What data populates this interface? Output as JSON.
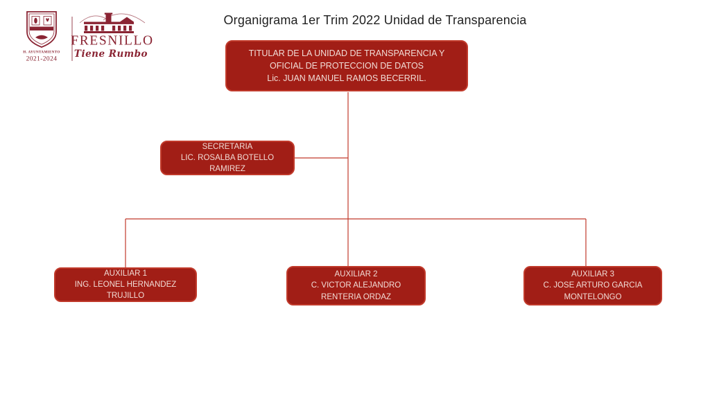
{
  "title": "Organigrama 1er Trim 2022 Unidad de Transparencia",
  "logo": {
    "seal_caption_line1": "H. AYUNTAMIENTO",
    "seal_caption_line2": "2021-2024",
    "brand": "FRESNILLO",
    "tagline": "Tiene Rumbo"
  },
  "nodes": {
    "titular": {
      "role": "TITULAR DE LA UNIDAD DE TRANSPARENCIA Y OFICIAL DE PROTECCION DE DATOS",
      "name": "Lic. JUAN MANUEL RAMOS BECERRIL."
    },
    "secretaria": {
      "role": "SECRETARIA",
      "name": "LIC. ROSALBA BOTELLO RAMIREZ"
    },
    "auxiliar1": {
      "role": "AUXILIAR 1",
      "name": "ING. LEONEL HERNANDEZ TRUJILLO"
    },
    "auxiliar2": {
      "role": "AUXILIAR 2",
      "name": "C. VICTOR ALEJANDRO RENTERIA ORDAZ"
    },
    "auxiliar3": {
      "role": "AUXILIAR 3",
      "name": "C. JOSE ARTURO GARCIA MONTELONGO"
    }
  },
  "colors": {
    "box_fill": "#A11E16",
    "box_border": "#C13A2B",
    "box_text": "#F1DCD6",
    "line": "#C0392B",
    "logo_maroon": "#8A2433",
    "title_text": "#1F1F1F"
  }
}
